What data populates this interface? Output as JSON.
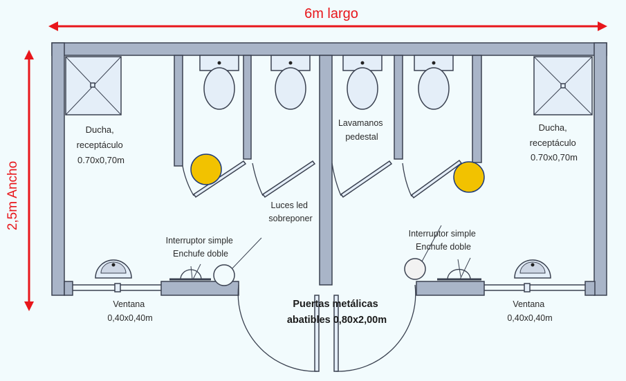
{
  "dimensions": {
    "length": "6m largo",
    "width": "2,5m  Ancho"
  },
  "labels": {
    "shower_left": [
      "Ducha,",
      "receptáculo",
      "0.70x0,70m"
    ],
    "shower_right": [
      "Ducha,",
      "receptáculo",
      "0.70x0,70m"
    ],
    "sink": [
      "Lavamanos",
      "pedestal"
    ],
    "lights": [
      "Luces led",
      "sobreponer"
    ],
    "switch_left": [
      "Interruptor simple",
      "Enchufe doble"
    ],
    "switch_right": [
      "Interruptor simple",
      "Enchufe doble"
    ],
    "doors": [
      "Puertas metálicas",
      "abatibles 0,80x2,00m"
    ],
    "window_left": [
      "Ventana",
      "0,40x0,40m"
    ],
    "window_right": [
      "Ventana",
      "0,40x0,40m"
    ]
  },
  "colors": {
    "dimension": "#e8161b",
    "light": "#f2c200",
    "wall": "#a9b5c8"
  }
}
